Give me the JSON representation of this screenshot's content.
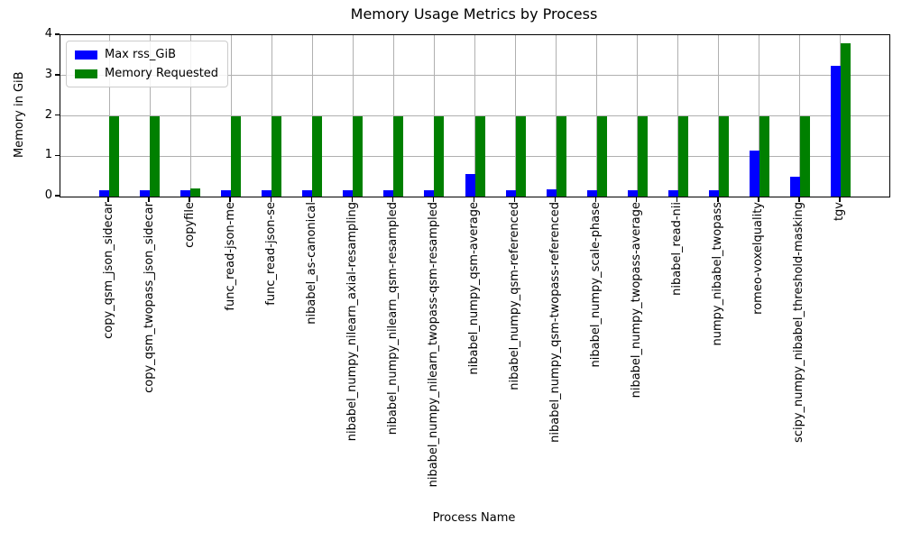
{
  "chart_data": {
    "type": "bar",
    "title": "Memory Usage Metrics by Process",
    "xlabel": "Process Name",
    "ylabel": "Memory in GiB",
    "ylim": [
      0,
      4
    ],
    "yticks": [
      0,
      1,
      2,
      3,
      4
    ],
    "grid": true,
    "grid_color": "#b0b0b0",
    "legend_position": "upper left",
    "categories": [
      "copy_qsm_json_sidecar",
      "copy_qsm_twopass_json_sidecar",
      "copyfile",
      "func_read-json-me",
      "func_read-json-se",
      "nibabel_as-canonical",
      "nibabel_numpy_nilearn_axial-resampling",
      "nibabel_numpy_nilearn_qsm-resampled",
      "nibabel_numpy_nilearn_twopass-qsm-resampled",
      "nibabel_numpy_qsm-average",
      "nibabel_numpy_qsm-referenced",
      "nibabel_numpy_qsm-twopass-referenced",
      "nibabel_numpy_scale-phase",
      "nibabel_numpy_twopass-average",
      "nibabel_read-nii",
      "numpy_nibabel_twopass",
      "romeo-voxelquality",
      "scipy_numpy_nibabel_threshold-masking",
      "tgv"
    ],
    "series": [
      {
        "name": "Max rss_GiB",
        "color": "#0000ff",
        "values": [
          0.15,
          0.15,
          0.15,
          0.15,
          0.15,
          0.15,
          0.15,
          0.15,
          0.15,
          0.55,
          0.15,
          0.18,
          0.15,
          0.15,
          0.15,
          0.15,
          1.15,
          0.5,
          3.25
        ]
      },
      {
        "name": "Memory Requested",
        "color": "#008000",
        "values": [
          2.0,
          2.0,
          0.2,
          2.0,
          2.0,
          2.0,
          2.0,
          2.0,
          2.0,
          2.0,
          2.0,
          2.0,
          2.0,
          2.0,
          2.0,
          2.0,
          2.0,
          2.0,
          3.8
        ]
      }
    ]
  }
}
